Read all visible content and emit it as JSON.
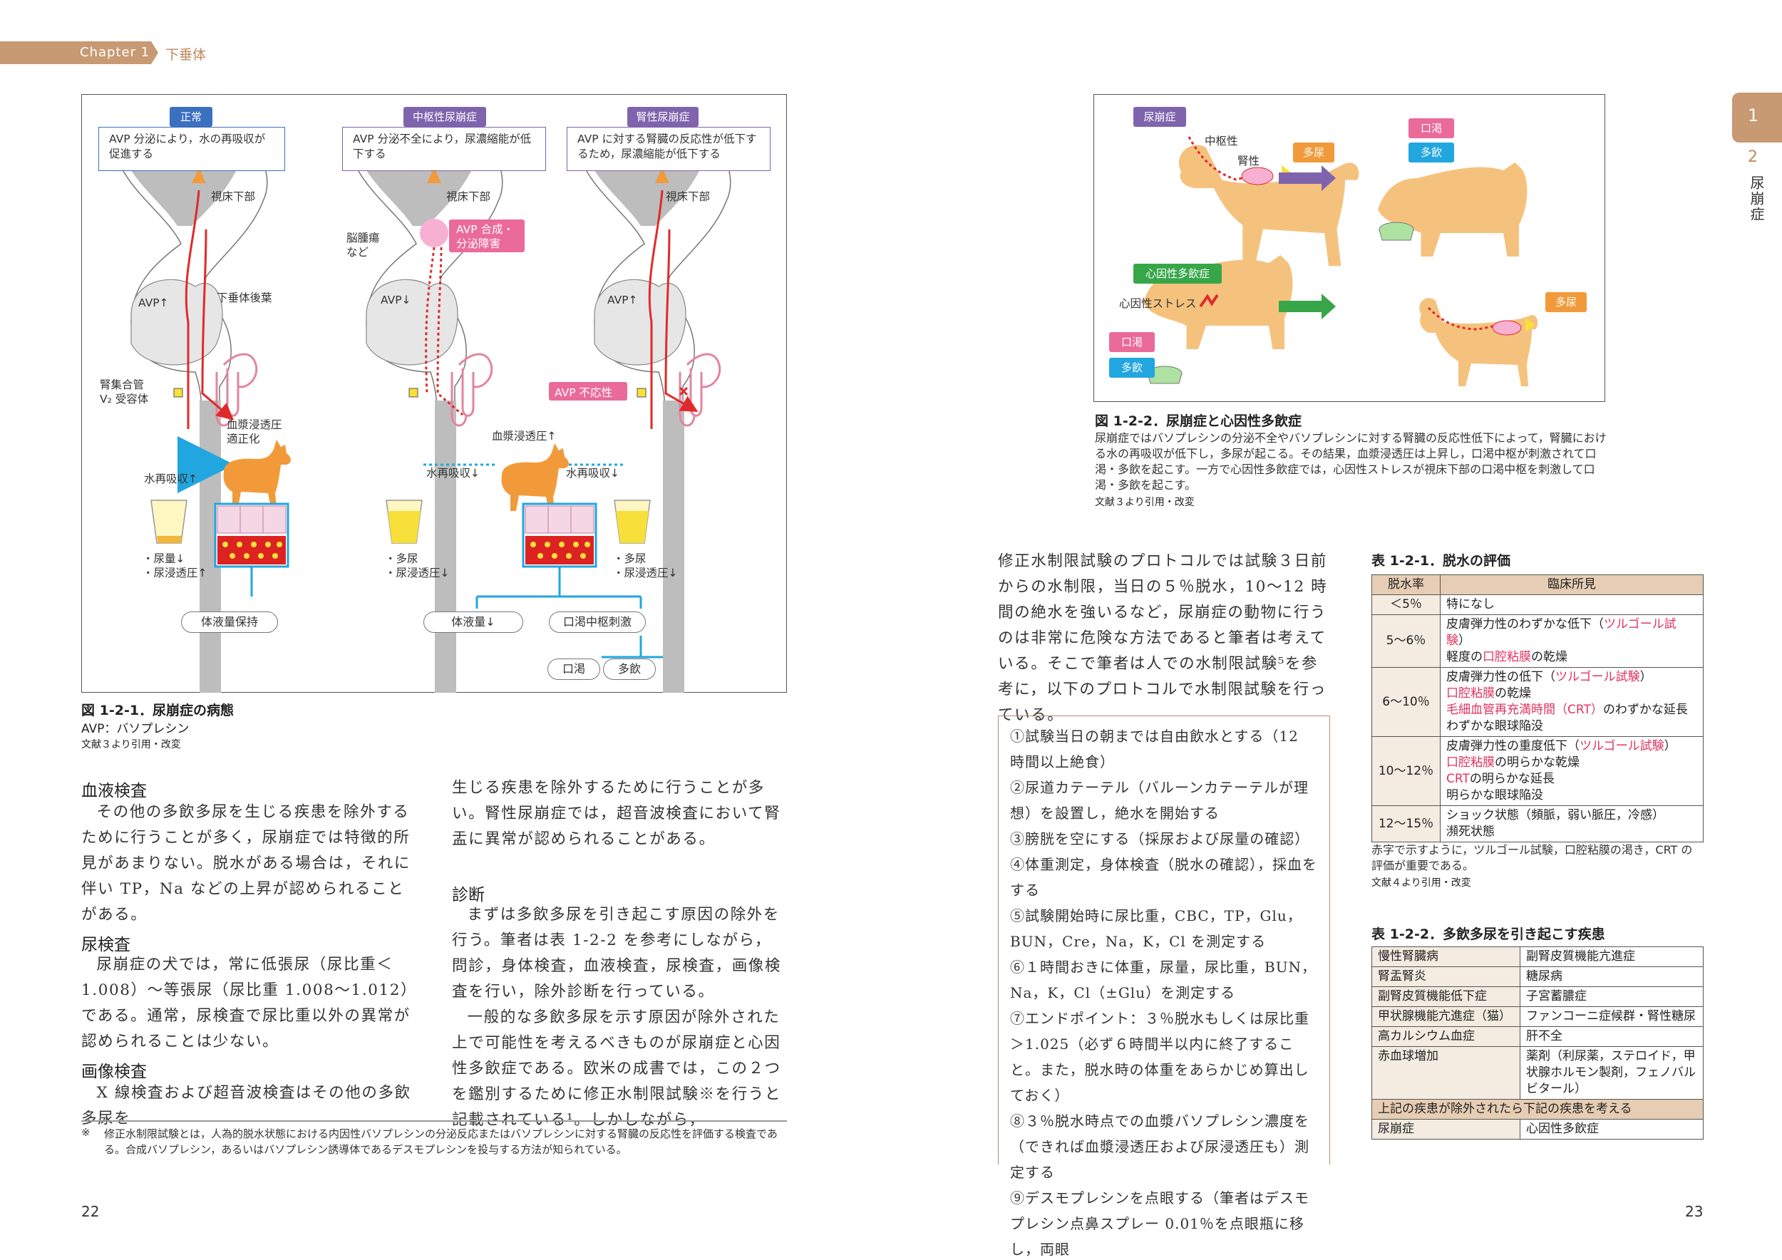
{
  "header": {
    "chapter": "Chapter 1",
    "title": "下垂体"
  },
  "side_tab": {
    "number": "1",
    "section_number": "2",
    "section_title": "尿崩症"
  },
  "fig1": {
    "panels": [
      {
        "tag": "正常",
        "desc": "AVP 分泌により，水の再吸収が促進する",
        "color": "#3b6fc0",
        "avp": "AVP↑"
      },
      {
        "tag": "中枢性尿崩症",
        "desc": "AVP 分泌不全により，尿濃縮能が低下する",
        "color": "#7f64ad",
        "avp": "AVP↓"
      },
      {
        "tag": "腎性尿崩症",
        "desc": "AVP に対する腎臓の反応性が低下するため，尿濃縮能が低下する",
        "color": "#7f64ad",
        "avp": "AVP↑"
      }
    ],
    "labels": {
      "hypothalamus": "視床下部",
      "posterior_pituitary": "下垂体後葉",
      "collecting_duct": "腎集合管",
      "v2_receptor": "V₂ 受容体",
      "plasma_normal_1": "血漿浸透圧",
      "plasma_normal_2": "適正化",
      "plasma_up": "血漿浸透圧↑",
      "water_up": "水再吸収↑",
      "water_down": "水再吸収↓",
      "urine_down": "・尿量↓",
      "uosm_up": "・尿浸透圧↑",
      "polyuria": "・多尿",
      "uosm_down": "・尿浸透圧↓",
      "tumor_1": "脳腫瘍",
      "tumor_2": "など",
      "avp_disorder_1": "AVP 合成・",
      "avp_disorder_2": "分泌障害",
      "avp_unresponsive": "AVP 不応性",
      "fluid_keep": "体液量保持",
      "fluid_down": "体液量↓",
      "thirst_center": "口渇中枢刺激",
      "thirst": "口渇",
      "polydipsia": "多飲"
    },
    "caption": "図 1-2-1．尿崩症の病態",
    "caption_sub": "AVP：バソプレシン",
    "source": "文献３より引用・改変"
  },
  "fig2": {
    "di_tag": "尿崩症",
    "di_central": "中枢性",
    "di_renal": "腎性",
    "polyuria": "多尿",
    "thirst": "口渇",
    "polydipsia": "多飲",
    "psy_tag": "心因性多飲症",
    "psy_stress": "心因性ストレス",
    "caption": "図 1-2-2．尿崩症と心因性多飲症",
    "body": "尿崩症ではバソプレシンの分泌不全やバソプレシンに対する腎臓の反応性低下によって，腎臓における水の再吸収が低下し，多尿が起こる。その結果，血漿浸透圧は上昇し，口渇中枢が刺激されて口渇・多飲を起こす。一方で心因性多飲症では，心因性ストレスが視床下部の口渇中枢を刺激して口渇・多飲を起こす。",
    "source": "文献３より引用・改変"
  },
  "left_text": {
    "blood_head": "血液検査",
    "blood_body": "その他の多飲多尿を生じる疾患を除外するために行うことが多く，尿崩症では特徴的所見があまりない。脱水がある場合は，それに伴い TP，Na などの上昇が認められることがある。",
    "urine_head": "尿検査",
    "urine_body": "尿崩症の犬では，常に低張尿（尿比重＜1.008）〜等張尿（尿比重 1.008〜1.012）である。通常，尿検査で尿比重以外の異常が認められることは少ない。",
    "image_head": "画像検査",
    "image_body": "X 線検査および超音波検査はその他の多飲多尿を",
    "col2_top": "生じる疾患を除外するために行うことが多い。腎性尿崩症では，超音波検査において腎盂に異常が認められることがある。",
    "diag_head": "診断",
    "diag_body1": "まずは多飲多尿を引き起こす原因の除外を行う。筆者は表 1-2-2 を参考にしながら，問診，身体検査，血液検査，尿検査，画像検査を行い，除外診断を行っている。",
    "diag_body2": "一般的な多飲多尿を示す原因が除外された上で可能性を考えるべきものが尿崩症と心因性多飲症である。欧米の成書では，この２つを鑑別するために修正水制限試験※を行うと記載されている¹。しかしながら，",
    "footnote_mark": "※",
    "footnote": "修正水制限試験とは，人為的脱水状態における内因性バソプレシンの分泌反応またはバソプレシンに対する腎臓の反応性を評価する検査である。合成バソプレシン，あるいはバソプレシン誘導体であるデスモプレシンを投与する方法が知られている。"
  },
  "right_text": {
    "intro": "修正水制限試験のプロトコルでは試験３日前からの水制限，当日の５％脱水，10〜12 時間の絶水を強いるなど，尿崩症の動物に行うのは非常に危険な方法であると筆者は考えている。そこで筆者は人での水制限試験⁵を参考に，以下のプロトコルで水制限試験を行っている。",
    "protocol": [
      "①試験当日の朝までは自由飲水とする（12 時間以上絶食）",
      "②尿道カテーテル（バルーンカテーテルが理想）を設置し，絶水を開始する",
      "③膀胱を空にする（採尿および尿量の確認）",
      "④体重測定，身体検査（脱水の確認），採血をする",
      "⑤試験開始時に尿比重，CBC，TP，Glu，BUN，Cre，Na，K，Cl を測定する",
      "⑥１時間おきに体重，尿量，尿比重，BUN，Na，K，Cl（±Glu）を測定する",
      "⑦エンドポイント：３％脱水もしくは尿比重＞1.025（必ず６時間半以内に終了すること。また，脱水時の体重をあらかじめ算出しておく）",
      "⑧３％脱水時点での血漿バソプレシン濃度を（できれば血漿浸透圧および尿浸透圧も）測定する",
      "⑨デスモプレシンを点眼する（筆者はデスモプレシン点鼻スプレー 0.01％を点眼瓶に移し，両眼"
    ]
  },
  "table1": {
    "title": "表 1-2-1．脱水の評価",
    "headers": [
      "脱水率",
      "臨床所見"
    ],
    "rows": [
      {
        "rate": "＜5％",
        "lines": [
          {
            "parts": [
              {
                "t": "特になし",
                "red": false
              }
            ]
          }
        ]
      },
      {
        "rate": "5〜6％",
        "lines": [
          {
            "parts": [
              {
                "t": "皮膚弾力性のわずかな低下（",
                "red": false
              },
              {
                "t": "ツルゴール試験",
                "red": true
              },
              {
                "t": "）",
                "red": false
              }
            ]
          },
          {
            "parts": [
              {
                "t": "軽度の",
                "red": false
              },
              {
                "t": "口腔粘膜",
                "red": true
              },
              {
                "t": "の乾燥",
                "red": false
              }
            ]
          }
        ]
      },
      {
        "rate": "6〜10％",
        "lines": [
          {
            "parts": [
              {
                "t": "皮膚弾力性の低下（",
                "red": false
              },
              {
                "t": "ツルゴール試験",
                "red": true
              },
              {
                "t": "）",
                "red": false
              }
            ]
          },
          {
            "parts": [
              {
                "t": "口腔粘膜",
                "red": true
              },
              {
                "t": "の乾燥",
                "red": false
              }
            ]
          },
          {
            "parts": [
              {
                "t": "毛細血管再充満時間（CRT）",
                "red": true
              },
              {
                "t": "のわずかな延長",
                "red": false
              }
            ]
          },
          {
            "parts": [
              {
                "t": "わずかな眼球陥没",
                "red": false
              }
            ]
          }
        ]
      },
      {
        "rate": "10〜12％",
        "lines": [
          {
            "parts": [
              {
                "t": "皮膚弾力性の重度低下（",
                "red": false
              },
              {
                "t": "ツルゴール試験",
                "red": true
              },
              {
                "t": "）",
                "red": false
              }
            ]
          },
          {
            "parts": [
              {
                "t": "口腔粘膜",
                "red": true
              },
              {
                "t": "の明らかな乾燥",
                "red": false
              }
            ]
          },
          {
            "parts": [
              {
                "t": "CRT",
                "red": true
              },
              {
                "t": "の明らかな延長",
                "red": false
              }
            ]
          },
          {
            "parts": [
              {
                "t": "明らかな眼球陥没",
                "red": false
              }
            ]
          }
        ]
      },
      {
        "rate": "12〜15％",
        "lines": [
          {
            "parts": [
              {
                "t": "ショック状態（頻脈，弱い脈圧，冷感）",
                "red": false
              }
            ]
          },
          {
            "parts": [
              {
                "t": "瀕死状態",
                "red": false
              }
            ]
          }
        ]
      }
    ],
    "note": "赤字で示すように，ツルゴール試験，口腔粘膜の渇き，CRT の評価が重要である。",
    "source": "文献４より引用・改変"
  },
  "table2": {
    "title": "表 1-2-2．多飲多尿を引き起こす疾患",
    "rows": [
      [
        "慢性腎臓病",
        "副腎皮質機能亢進症"
      ],
      [
        "腎盂腎炎",
        "糖尿病"
      ],
      [
        "副腎皮質機能低下症",
        "子宮蓄膿症"
      ],
      [
        "甲状腺機能亢進症（猫）",
        "ファンコーニ症候群・腎性糖尿"
      ],
      [
        "高カルシウム血症",
        "肝不全"
      ],
      [
        "赤血球増加",
        "薬剤（利尿薬，ステロイド，甲状腺ホルモン製剤，フェノバルビタール）"
      ]
    ],
    "band": "上記の疾患が除外されたら下記の疾患を考える",
    "last_row": [
      "尿崩症",
      "心因性多飲症"
    ]
  },
  "page_left": "22",
  "page_right": "23",
  "colors": {
    "accent": "#c79a73",
    "header_text": "#c28a5c",
    "dog": "#f5c27e",
    "dog_orange": "#f29a3a",
    "pink": "#e9618f",
    "cyan": "#22a6df",
    "green": "#37a648",
    "purple": "#7f64ad",
    "blue": "#3b6fc0",
    "red": "#e02a2a"
  }
}
